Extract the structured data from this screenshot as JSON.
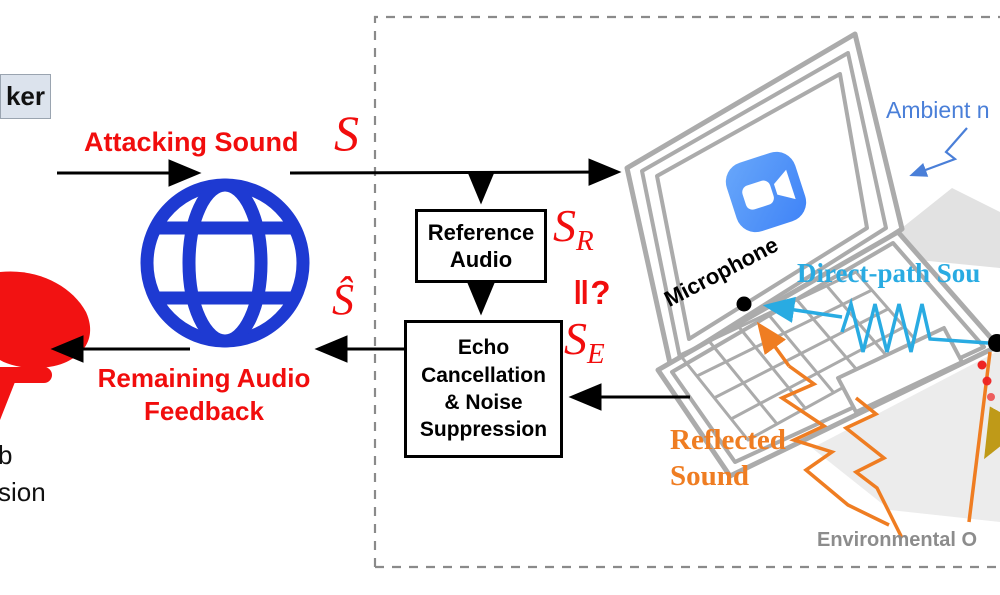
{
  "figure": {
    "attacker_fragment": "ker",
    "attacking_sound": "Attacking Sound",
    "sym_s": "S",
    "sym_s_hat": "Ŝ",
    "sym_sr_base": "S",
    "sym_sr_sub": "R",
    "sym_compare": "‖?",
    "sym_se_base": "S",
    "sym_se_sub": "E",
    "remaining_1": "Remaining Audio",
    "remaining_2": "Feedback",
    "session_fragment_1": "b",
    "session_fragment_2": "sion",
    "reference_box": [
      "Reference",
      "Audio"
    ],
    "echo_box": [
      "Echo",
      "Cancellation",
      "& Noise",
      "Suppression"
    ],
    "microphone": "Microphone",
    "ambient_fragment": "Ambient n",
    "direct_path_fragment": "Direct-path Sou",
    "reflected_1": "Reflected",
    "reflected_2": "Sound",
    "environment_fragment": "Environmental O"
  },
  "colors": {
    "red": "#f10d0d",
    "globe_blue": "#1e3ad2",
    "zoom_blue": "#4a8cff",
    "direct_cyan": "#29abe2",
    "orange": "#ef7d22",
    "laptop_gray": "#ababab",
    "obstacle_gray": "#ececec",
    "env_text_gray": "#8c8c8c",
    "ambient_blue": "#4a7fd8",
    "olive": "#bf9a18"
  }
}
